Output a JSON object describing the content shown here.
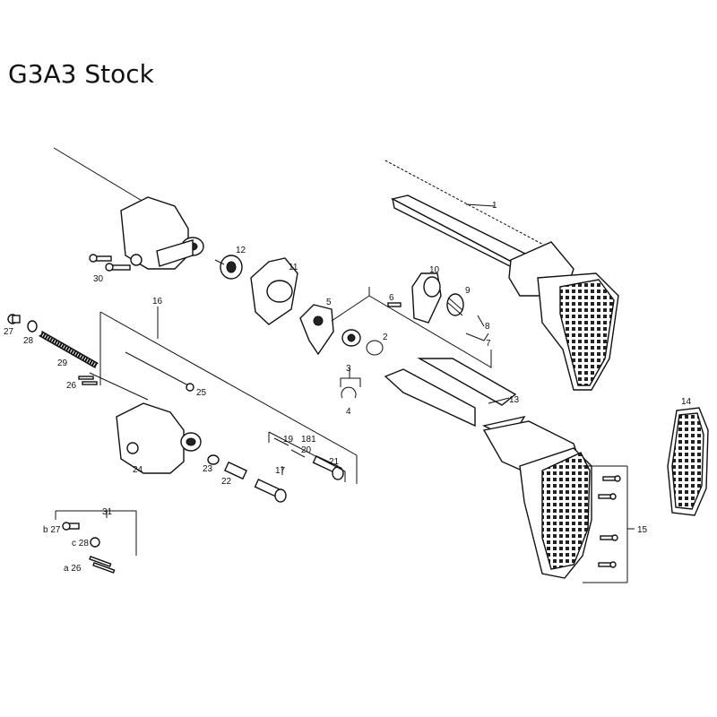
{
  "title": "G3A3 Stock",
  "labels": {
    "l1": "1",
    "l2": "2",
    "l3": "3",
    "l4": "4",
    "l5": "5",
    "l6": "6",
    "l7": "7",
    "l8": "8",
    "l9": "9",
    "l10": "10",
    "l11": "11",
    "l12": "12",
    "l13": "13",
    "l14": "14",
    "l15": "15",
    "l16": "16",
    "l17": "17",
    "l18": "181",
    "l19": "19",
    "l20": "20",
    "l21": "21",
    "l22": "22",
    "l23": "23",
    "l24": "24",
    "l25": "25",
    "l26": "26",
    "l27": "27",
    "l28": "28",
    "l29": "29",
    "l30": "30",
    "l31": "31",
    "lb27": "b 27",
    "lc28": "c 28",
    "la26": "a 26"
  }
}
